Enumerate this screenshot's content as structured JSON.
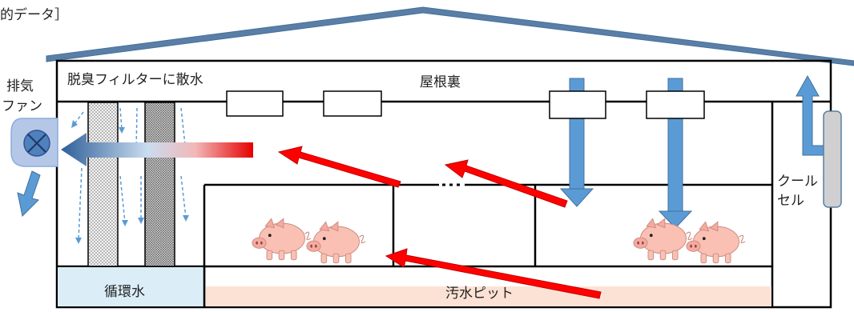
{
  "header": {
    "partial_title": "的データ］"
  },
  "labels": {
    "exhaust_fan": [
      "排気",
      "ファン"
    ],
    "filter_spray": "脱臭フィルターに散水",
    "attic": "屋根裏",
    "cool_cell": [
      "クール",
      "セル"
    ],
    "circulating_water": "循環水",
    "wastewater_pit": "汚水ピット"
  },
  "colors": {
    "roof": "#5b7ea6",
    "outline": "#000000",
    "blue_arrow": "#5b9bd5",
    "blue_arrow_edge": "#41719c",
    "red_arrow": "#ff0000",
    "circulating_water_fill": "#dbeef8",
    "pit_fill": "#fbe2d5",
    "filter_fill": "#bfbfbf",
    "cool_cell_fill": "#d0d0d0",
    "pig_body": "#f9c0b3",
    "fan_fill": "#b4c7e7"
  },
  "icons": {
    "pig": "pig-icon",
    "fan": "fan-icon",
    "filter": "filter-panel",
    "duct": "ceiling-duct"
  }
}
